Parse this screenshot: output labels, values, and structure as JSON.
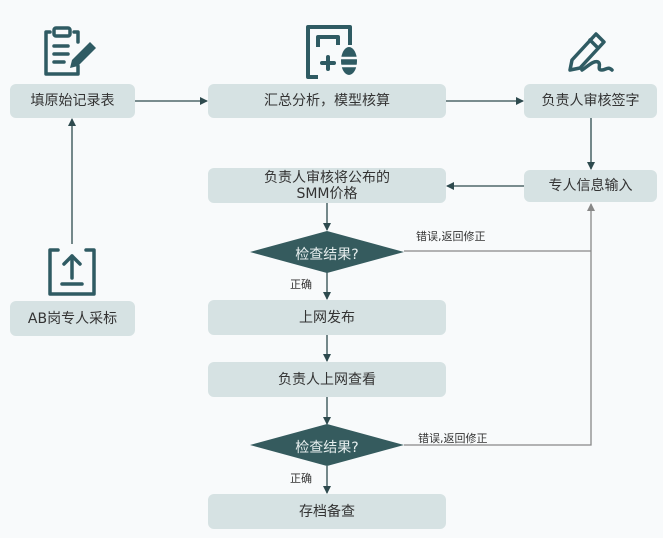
{
  "colors": {
    "box_fill": "#d6e2e3",
    "diamond_fill": "#355b5e",
    "icon_color": "#2f5b63",
    "arrow_dark": "#2e4a4e",
    "arrow_gray": "#888888"
  },
  "icons": {
    "record": "clipboard-pen-icon",
    "analysis": "document-database-icon",
    "signature": "pen-signature-icon",
    "upload": "upload-icon"
  },
  "nodes": {
    "fill_raw_record": "填原始记录表",
    "summary_analysis": "汇总分析，模型核算",
    "supervisor_sign": "负责人审核签字",
    "staff_input": "专人信息输入",
    "review_price_line1": "负责人审核将公布的",
    "review_price_line2": "SMM价格",
    "check1": "检查结果?",
    "publish_online": "上网发布",
    "supervisor_view": "负责人上网查看",
    "check2": "检查结果?",
    "archive": "存档备查",
    "ab_collect": "AB岗专人采标"
  },
  "edge_labels": {
    "correct1": "正确",
    "error1": "错误,返回修正",
    "correct2": "正确",
    "error2": "错误,返回修正"
  }
}
